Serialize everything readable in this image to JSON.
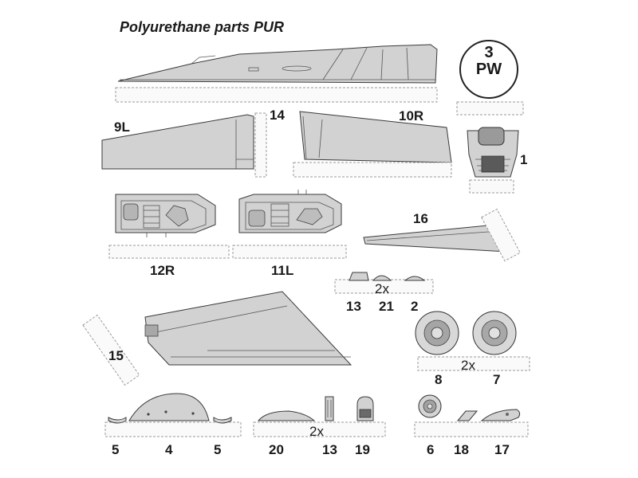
{
  "title": "Polyurethane parts PUR",
  "pw_badge": {
    "number": "3",
    "text": "PW"
  },
  "labels": {
    "p14": "14",
    "p10R": "10R",
    "p9L": "9L",
    "p1": "1",
    "p16": "16",
    "p12R": "12R",
    "p11L": "11L",
    "p13a": "13",
    "p21": "21",
    "p2": "2",
    "qty_small_parts": "2x",
    "p15": "15",
    "p8": "8",
    "p7": "7",
    "qty_wheels": "2x",
    "p5a": "5",
    "p4": "4",
    "p5b": "5",
    "p20": "20",
    "p13b": "13",
    "p19": "19",
    "qty_misc": "2x",
    "p6": "6",
    "p18": "18",
    "p17": "17"
  },
  "colors": {
    "part_fill": "#d2d2d2",
    "outline": "#3a3a3a",
    "dash": "#9a9a9a",
    "text": "#1a1a1a"
  }
}
